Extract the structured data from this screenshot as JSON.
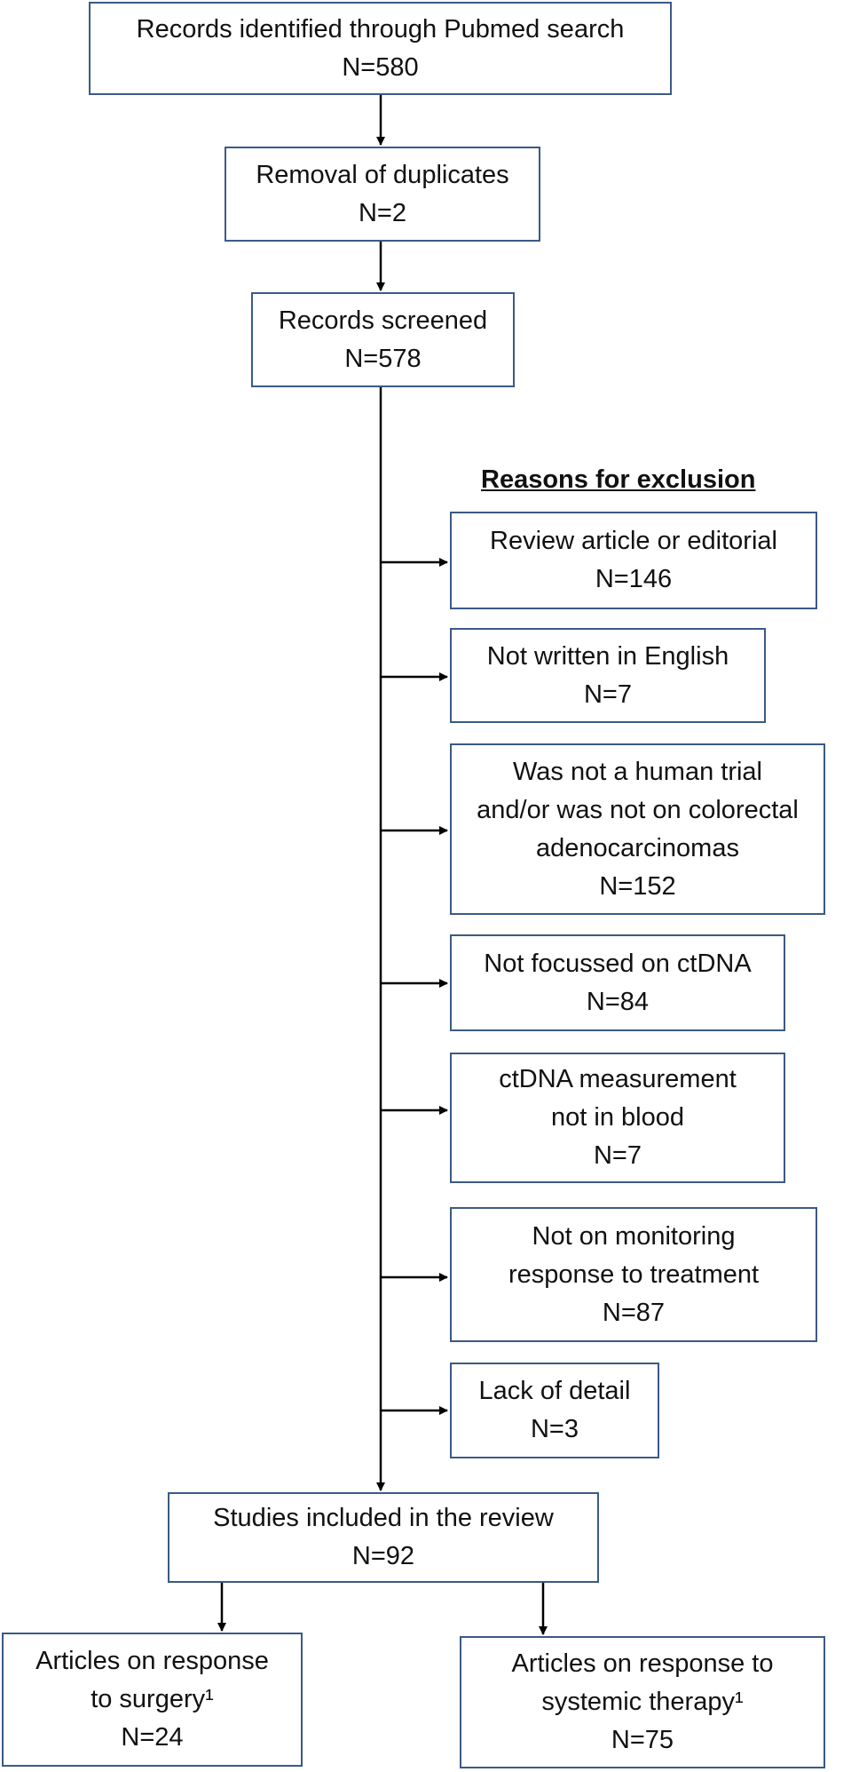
{
  "flow": {
    "identified": {
      "label": "Records identified through Pubmed search",
      "count": "N=580"
    },
    "duplicates": {
      "label": "Removal of duplicates",
      "count": "N=2"
    },
    "screened": {
      "label": "Records screened",
      "count": "N=578"
    },
    "exclusion_heading": "Reasons for exclusion",
    "exclusions": [
      {
        "lines": [
          "Review article or editorial"
        ],
        "count": "N=146"
      },
      {
        "lines": [
          "Not written in English"
        ],
        "count": "N=7"
      },
      {
        "lines": [
          "Was not a human trial",
          "and/or was not on colorectal",
          "adenocarcinomas"
        ],
        "count": "N=152"
      },
      {
        "lines": [
          "Not focussed on ctDNA"
        ],
        "count": "N=84"
      },
      {
        "lines": [
          "ctDNA measurement",
          "not in blood"
        ],
        "count": "N=7"
      },
      {
        "lines": [
          "Not on monitoring",
          "response to treatment"
        ],
        "count": "N=87"
      },
      {
        "lines": [
          "Lack of detail"
        ],
        "count": "N=3"
      }
    ],
    "included": {
      "label": "Studies included in the review",
      "count": "N=92"
    },
    "surgery": {
      "lines": [
        "Articles on response",
        "to surgery¹"
      ],
      "count": "N=24"
    },
    "systemic": {
      "lines": [
        "Articles on response to",
        "systemic therapy¹"
      ],
      "count": "N=75"
    }
  }
}
